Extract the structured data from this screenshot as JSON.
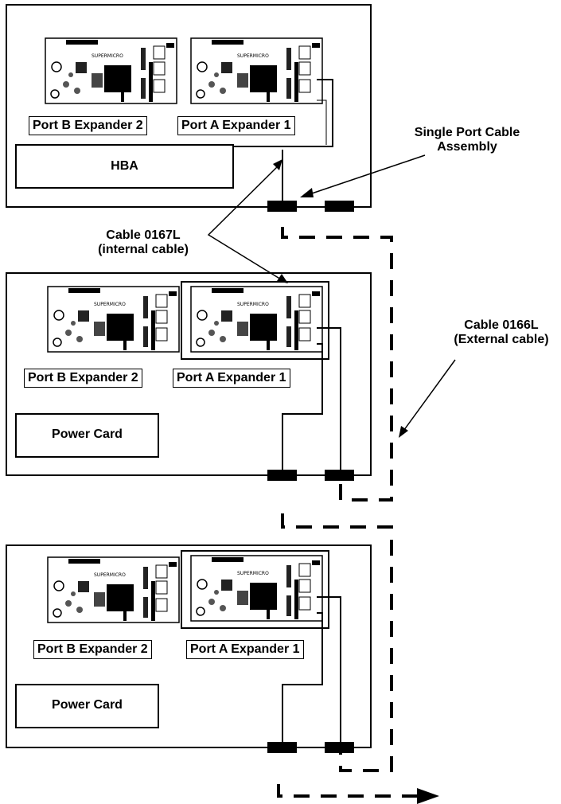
{
  "enclosures": [
    {
      "expanders": {
        "port_b": "Port B Expander 2",
        "port_a": "Port A Expander 1"
      },
      "card": "HBA"
    },
    {
      "expanders": {
        "port_b": "Port B Expander 2",
        "port_a": "Port A Expander 1"
      },
      "card": "Power Card"
    },
    {
      "expanders": {
        "port_b": "Port B Expander 2",
        "port_a": "Port A Expander 1"
      },
      "card": "Power Card"
    }
  ],
  "callouts": {
    "single_port": [
      "Single Port Cable",
      "Assembly"
    ],
    "internal_cable": [
      "Cable 0167L",
      "(internal cable)"
    ],
    "external_cable": [
      "Cable 0166L",
      "(External cable)"
    ]
  }
}
